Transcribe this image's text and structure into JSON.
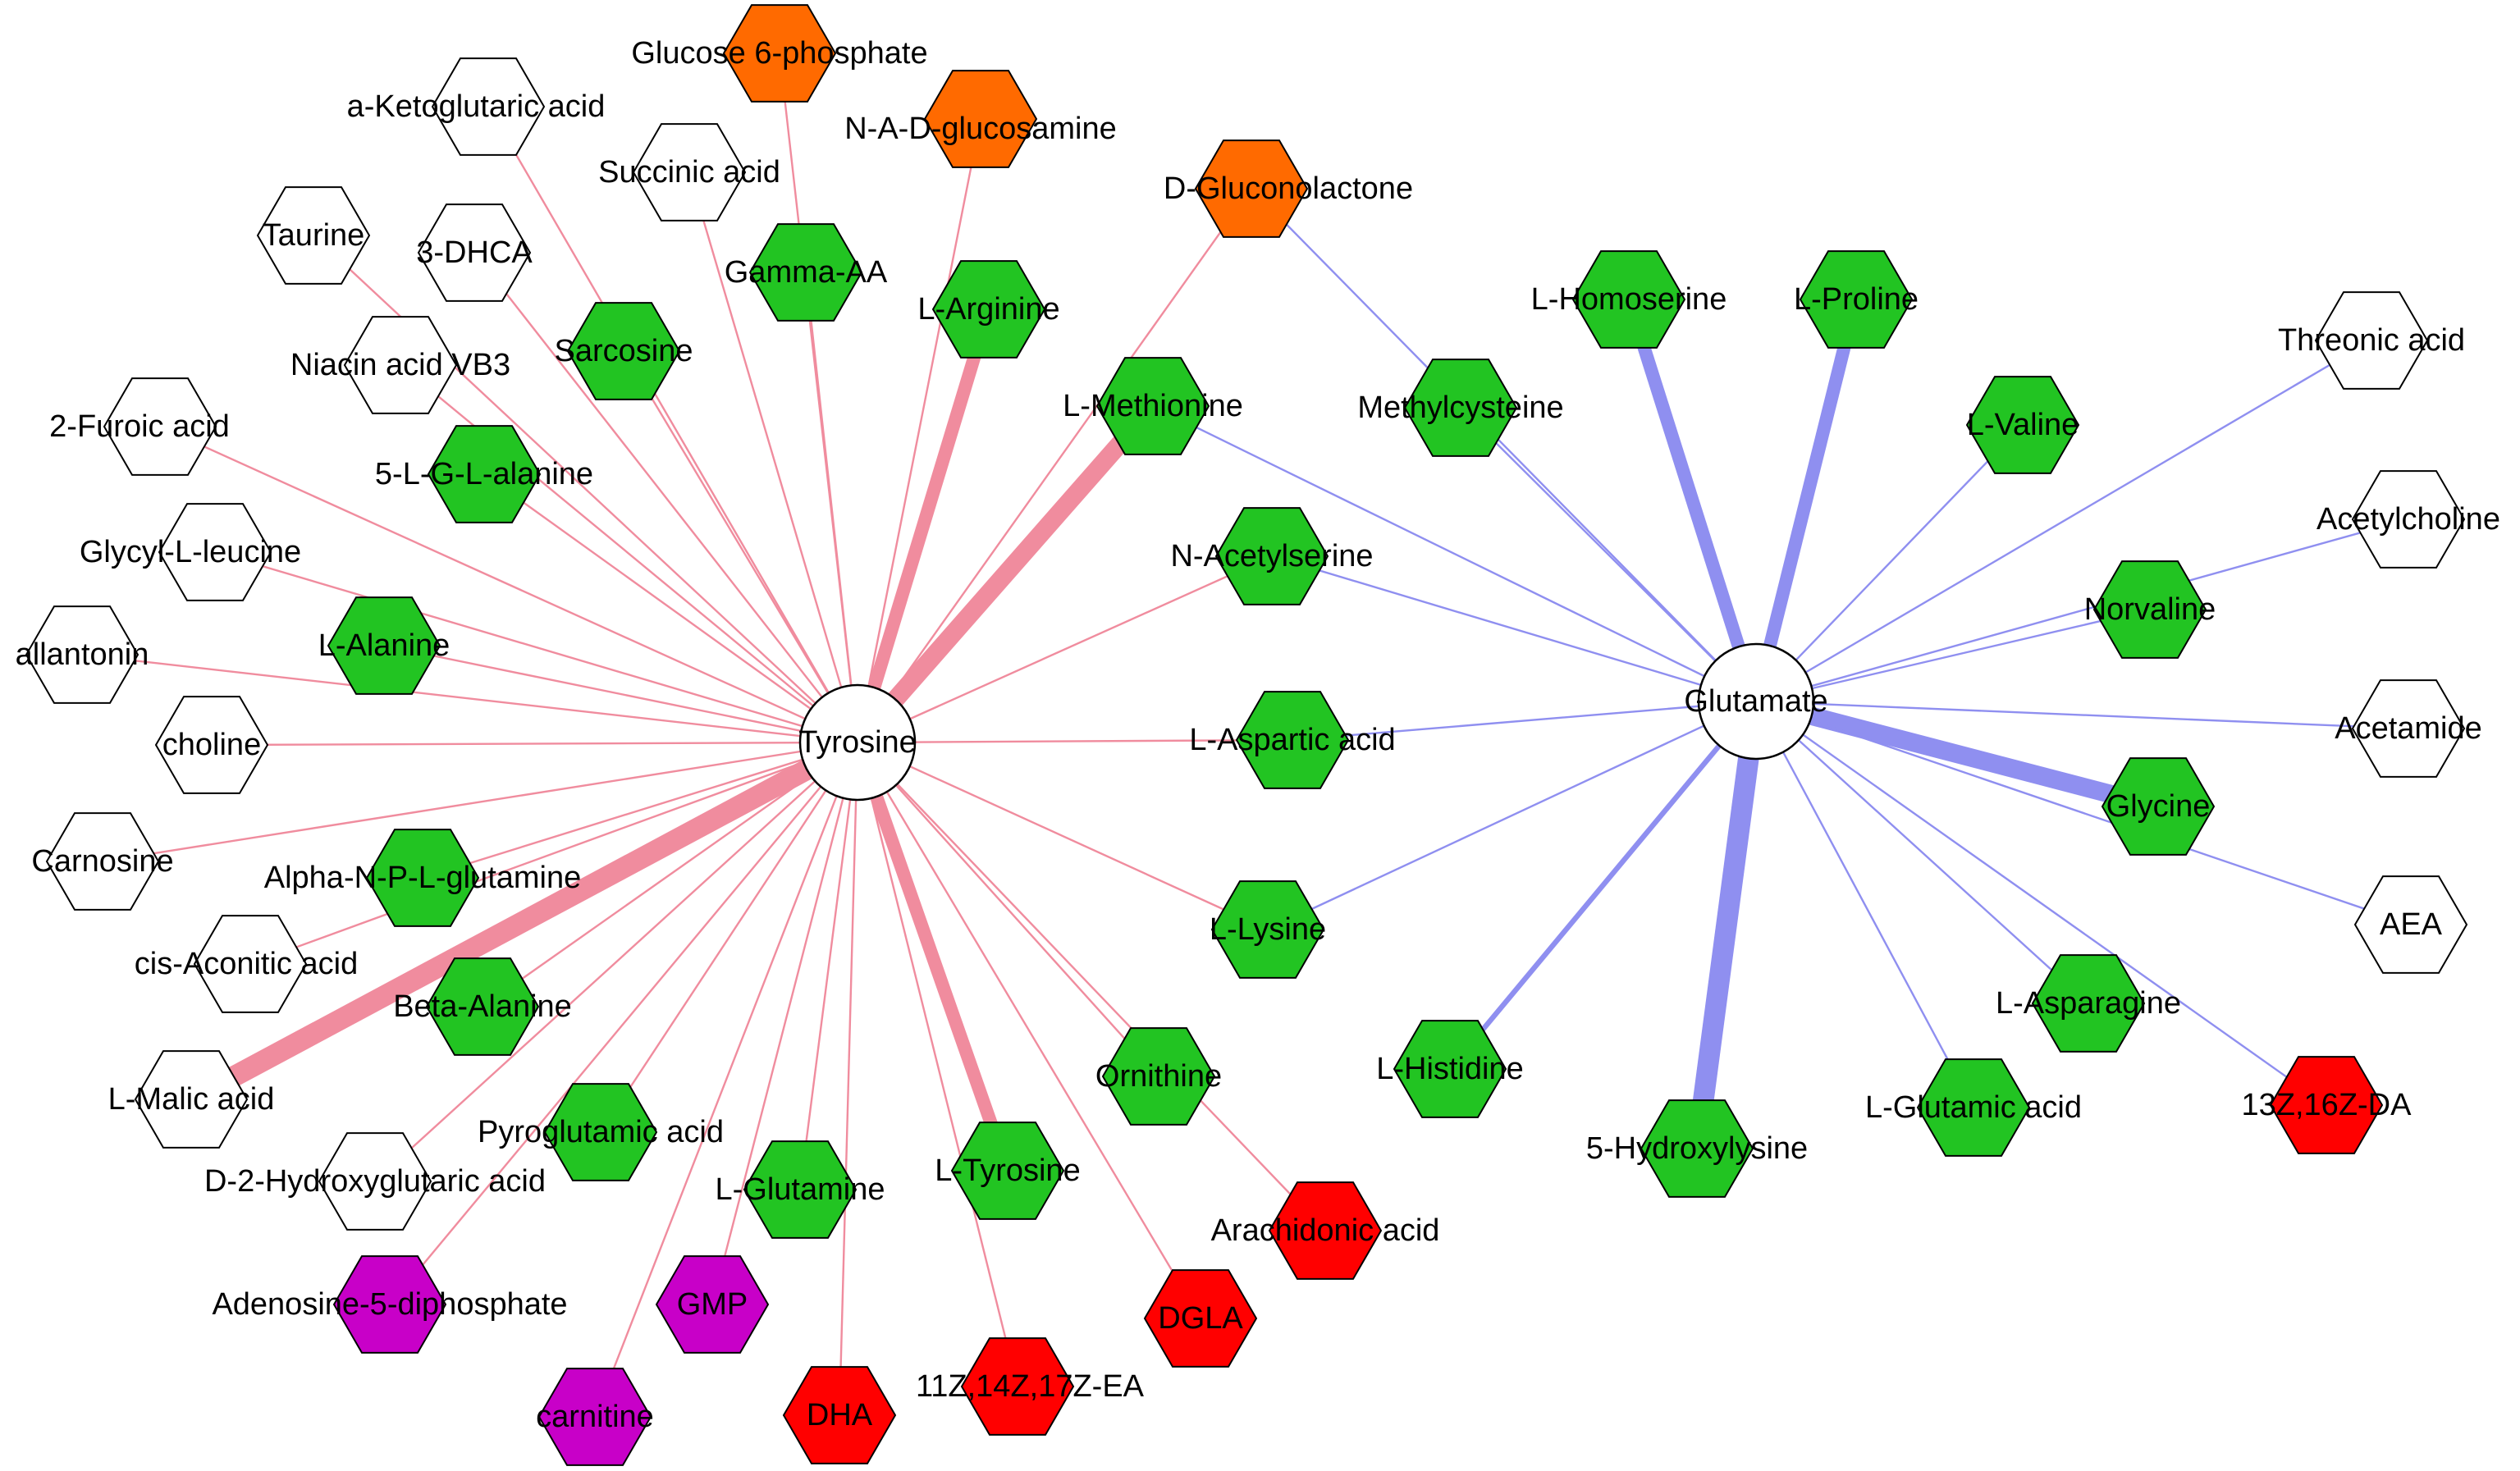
{
  "colors": {
    "tyrosine_edge": "#f08c9e",
    "glutamate_edge": "#8f8ff0",
    "amino_acid": "#22c422",
    "sugar": "#ff6a00",
    "fatty_acid": "#ff0000",
    "nucleotide": "#c800c8",
    "other": "#ffffff",
    "outline": "#000000"
  },
  "hubs": [
    {
      "id": "tyr",
      "label": "Tyrosine"
    },
    {
      "id": "glu",
      "label": "Glutamate"
    }
  ],
  "nodes": [
    {
      "id": "g6p",
      "label": "Glucose 6-phosphate",
      "group": "sugar"
    },
    {
      "id": "nadg",
      "label": "N-A-D-glucosamine",
      "group": "sugar"
    },
    {
      "id": "dglc",
      "label": "D-Gluconolactone",
      "group": "sugar"
    },
    {
      "id": "akg",
      "label": "a-Ketoglutaric acid",
      "group": "other"
    },
    {
      "id": "succ",
      "label": "Succinic acid",
      "group": "other"
    },
    {
      "id": "taur",
      "label": "Taurine",
      "group": "other"
    },
    {
      "id": "dhca",
      "label": "3-DHCA",
      "group": "other"
    },
    {
      "id": "gaa",
      "label": "Gamma-AA",
      "group": "amino_acid"
    },
    {
      "id": "arg",
      "label": "L-Arginine",
      "group": "amino_acid"
    },
    {
      "id": "sarc",
      "label": "Sarcosine",
      "group": "amino_acid"
    },
    {
      "id": "niac",
      "label": "Niacin acid VB3",
      "group": "other"
    },
    {
      "id": "met",
      "label": "L-Methionine",
      "group": "amino_acid"
    },
    {
      "id": "mcys",
      "label": "Methylcysteine",
      "group": "amino_acid"
    },
    {
      "id": "hser",
      "label": "L-Homoserine",
      "group": "amino_acid"
    },
    {
      "id": "pro",
      "label": "L-Proline",
      "group": "amino_acid"
    },
    {
      "id": "thr",
      "label": "Threonic acid",
      "group": "other"
    },
    {
      "id": "fur",
      "label": "2-Furoic acid",
      "group": "other"
    },
    {
      "id": "lgla",
      "label": "5-L-G-L-alanine",
      "group": "amino_acid"
    },
    {
      "id": "val",
      "label": "L-Valine",
      "group": "amino_acid"
    },
    {
      "id": "ach",
      "label": "Acetylcholine",
      "group": "other"
    },
    {
      "id": "gleu",
      "label": "Glycyl-L-leucine",
      "group": "other"
    },
    {
      "id": "nacs",
      "label": "N-Acetylserine",
      "group": "amino_acid"
    },
    {
      "id": "nval",
      "label": "Norvaline",
      "group": "amino_acid"
    },
    {
      "id": "allt",
      "label": "allantonin",
      "group": "other"
    },
    {
      "id": "ala",
      "label": "L-Alanine",
      "group": "amino_acid"
    },
    {
      "id": "chol",
      "label": "choline",
      "group": "other"
    },
    {
      "id": "asp",
      "label": "L-Aspartic acid",
      "group": "amino_acid"
    },
    {
      "id": "acet",
      "label": "Acetamide",
      "group": "other"
    },
    {
      "id": "gly",
      "label": "Glycine",
      "group": "amino_acid"
    },
    {
      "id": "carn",
      "label": "Carnosine",
      "group": "other"
    },
    {
      "id": "anplg",
      "label": "Alpha-N-P-L-glutamine",
      "group": "amino_acid"
    },
    {
      "id": "aea",
      "label": "AEA",
      "group": "other"
    },
    {
      "id": "lys",
      "label": "L-Lysine",
      "group": "amino_acid"
    },
    {
      "id": "cis",
      "label": "cis-Aconitic acid",
      "group": "other"
    },
    {
      "id": "bala",
      "label": "Beta-Alanine",
      "group": "amino_acid"
    },
    {
      "id": "asn",
      "label": "L-Asparagine",
      "group": "amino_acid"
    },
    {
      "id": "orn",
      "label": "Ornithine",
      "group": "amino_acid"
    },
    {
      "id": "his",
      "label": "L-Histidine",
      "group": "amino_acid"
    },
    {
      "id": "mal",
      "label": "L-Malic acid",
      "group": "other"
    },
    {
      "id": "zda",
      "label": "13Z,16Z-DA",
      "group": "fatty_acid"
    },
    {
      "id": "pyro",
      "label": "Pyroglutamic acid",
      "group": "amino_acid"
    },
    {
      "id": "glua",
      "label": "L-Glutamic acid",
      "group": "amino_acid"
    },
    {
      "id": "hlys",
      "label": "5-Hydroxylysine",
      "group": "amino_acid"
    },
    {
      "id": "d2hg",
      "label": "D-2-Hydroxyglutaric acid",
      "group": "other"
    },
    {
      "id": "gln",
      "label": "L-Glutamine",
      "group": "amino_acid"
    },
    {
      "id": "ltyr",
      "label": "L-Tyrosine",
      "group": "amino_acid"
    },
    {
      "id": "ara",
      "label": "Arachidonic acid",
      "group": "fatty_acid"
    },
    {
      "id": "adp",
      "label": "Adenosine-5-diphosphate",
      "group": "nucleotide"
    },
    {
      "id": "gmp",
      "label": "GMP",
      "group": "nucleotide"
    },
    {
      "id": "dgla",
      "label": "DGLA",
      "group": "fatty_acid"
    },
    {
      "id": "crn",
      "label": "carnitine",
      "group": "nucleotide"
    },
    {
      "id": "dha",
      "label": "DHA",
      "group": "fatty_acid"
    },
    {
      "id": "ea",
      "label": "11Z,14Z,17Z-EA",
      "group": "fatty_acid"
    }
  ],
  "edges": [
    {
      "source": "tyr",
      "target": "g6p",
      "weight": 1
    },
    {
      "source": "tyr",
      "target": "nadg",
      "weight": 1
    },
    {
      "source": "tyr",
      "target": "akg",
      "weight": 1
    },
    {
      "source": "tyr",
      "target": "succ",
      "weight": 1
    },
    {
      "source": "tyr",
      "target": "taur",
      "weight": 1
    },
    {
      "source": "tyr",
      "target": "dhca",
      "weight": 1
    },
    {
      "source": "tyr",
      "target": "gaa",
      "weight": 1
    },
    {
      "source": "tyr",
      "target": "arg",
      "weight": 5
    },
    {
      "source": "tyr",
      "target": "sarc",
      "weight": 1
    },
    {
      "source": "tyr",
      "target": "niac",
      "weight": 1
    },
    {
      "source": "tyr",
      "target": "met",
      "weight": 7
    },
    {
      "source": "tyr",
      "target": "fur",
      "weight": 1
    },
    {
      "source": "tyr",
      "target": "lgla",
      "weight": 1
    },
    {
      "source": "tyr",
      "target": "gleu",
      "weight": 1
    },
    {
      "source": "tyr",
      "target": "nacs",
      "weight": 1
    },
    {
      "source": "tyr",
      "target": "ala",
      "weight": 1
    },
    {
      "source": "tyr",
      "target": "asp",
      "weight": 1
    },
    {
      "source": "tyr",
      "target": "carn",
      "weight": 1
    },
    {
      "source": "tyr",
      "target": "lys",
      "weight": 1
    },
    {
      "source": "tyr",
      "target": "cis",
      "weight": 1
    },
    {
      "source": "tyr",
      "target": "bala",
      "weight": 1
    },
    {
      "source": "tyr",
      "target": "orn",
      "weight": 1
    },
    {
      "source": "tyr",
      "target": "mal",
      "weight": 8
    },
    {
      "source": "tyr",
      "target": "pyro",
      "weight": 1
    },
    {
      "source": "tyr",
      "target": "d2hg",
      "weight": 1
    },
    {
      "source": "tyr",
      "target": "gln",
      "weight": 1
    },
    {
      "source": "tyr",
      "target": "ltyr",
      "weight": 5
    },
    {
      "source": "tyr",
      "target": "ara",
      "weight": 1
    },
    {
      "source": "tyr",
      "target": "adp",
      "weight": 1
    },
    {
      "source": "tyr",
      "target": "gmp",
      "weight": 1
    },
    {
      "source": "tyr",
      "target": "dgla",
      "weight": 1
    },
    {
      "source": "tyr",
      "target": "crn",
      "weight": 1
    },
    {
      "source": "tyr",
      "target": "dha",
      "weight": 1
    },
    {
      "source": "tyr",
      "target": "ea",
      "weight": 1
    },
    {
      "source": "tyr",
      "target": "dglc",
      "weight": 1
    },
    {
      "source": "tyr",
      "target": "allt",
      "weight": 1
    },
    {
      "source": "tyr",
      "target": "chol",
      "weight": 1
    },
    {
      "source": "tyr",
      "target": "anplg",
      "weight": 1
    },
    {
      "source": "glu",
      "target": "dglc",
      "weight": 1
    },
    {
      "source": "glu",
      "target": "mcys",
      "weight": 1
    },
    {
      "source": "glu",
      "target": "hser",
      "weight": 5
    },
    {
      "source": "glu",
      "target": "pro",
      "weight": 5
    },
    {
      "source": "glu",
      "target": "thr",
      "weight": 1
    },
    {
      "source": "glu",
      "target": "val",
      "weight": 1
    },
    {
      "source": "glu",
      "target": "ach",
      "weight": 1
    },
    {
      "source": "glu",
      "target": "nval",
      "weight": 1
    },
    {
      "source": "glu",
      "target": "nacs",
      "weight": 1
    },
    {
      "source": "glu",
      "target": "asp",
      "weight": 1
    },
    {
      "source": "glu",
      "target": "acet",
      "weight": 1
    },
    {
      "source": "glu",
      "target": "gly",
      "weight": 7
    },
    {
      "source": "glu",
      "target": "aea",
      "weight": 1
    },
    {
      "source": "glu",
      "target": "lys",
      "weight": 1
    },
    {
      "source": "glu",
      "target": "his",
      "weight": 2
    },
    {
      "source": "glu",
      "target": "asn",
      "weight": 1
    },
    {
      "source": "glu",
      "target": "zda",
      "weight": 1
    },
    {
      "source": "glu",
      "target": "glua",
      "weight": 1
    },
    {
      "source": "glu",
      "target": "hlys",
      "weight": 8
    },
    {
      "source": "glu",
      "target": "met",
      "weight": 1
    }
  ]
}
